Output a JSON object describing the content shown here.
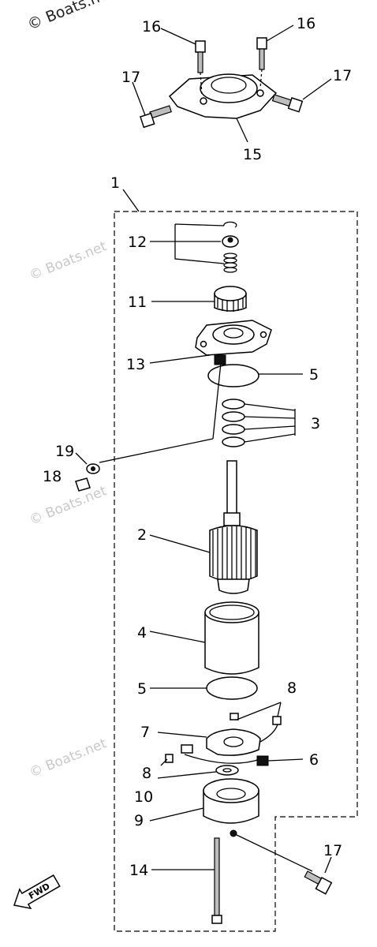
{
  "watermarks": {
    "top": "© Boats.net",
    "side": "© Boats.net"
  },
  "direction_label": "FWD",
  "callouts": {
    "c1": "1",
    "c2": "2",
    "c3": "3",
    "c4": "4",
    "c5a": "5",
    "c5b": "5",
    "c6": "6",
    "c7": "7",
    "c8a": "8",
    "c8b": "8",
    "c9": "9",
    "c10": "10",
    "c11": "11",
    "c12": "12",
    "c13": "13",
    "c14": "14",
    "c15": "15",
    "c16a": "16",
    "c16b": "16",
    "c17a": "17",
    "c17b": "17",
    "c17c": "17",
    "c18": "18",
    "c19": "19"
  }
}
